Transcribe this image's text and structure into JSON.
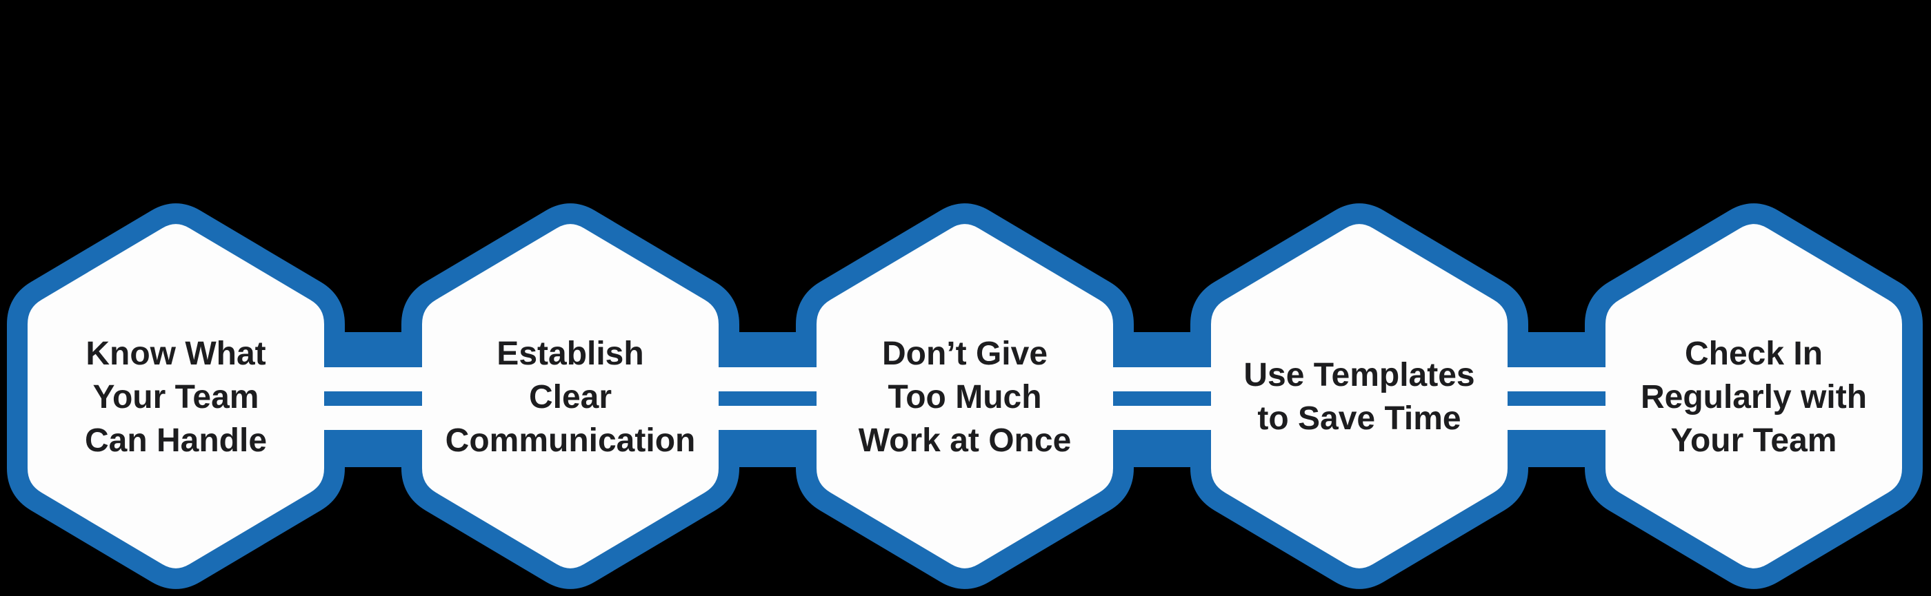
{
  "diagram": {
    "type": "hexagon-flow",
    "colors": {
      "background": "#000000",
      "accent_blue": "#1a6cb4",
      "hexagon_fill": "#fdfdfd",
      "stripe_white": "#fdfdfd",
      "text": "#1d1d1f"
    },
    "hexagons": [
      {
        "lines": [
          "Know What",
          "Your Team",
          "Can Handle"
        ]
      },
      {
        "lines": [
          "Establish",
          "Clear",
          "Communication"
        ]
      },
      {
        "lines": [
          "Don’t Give",
          "Too Much",
          "Work at Once"
        ]
      },
      {
        "lines": [
          "Use Templates",
          "to Save Time"
        ]
      },
      {
        "lines": [
          "Check In",
          "Regularly with",
          "Your Team"
        ]
      }
    ]
  }
}
